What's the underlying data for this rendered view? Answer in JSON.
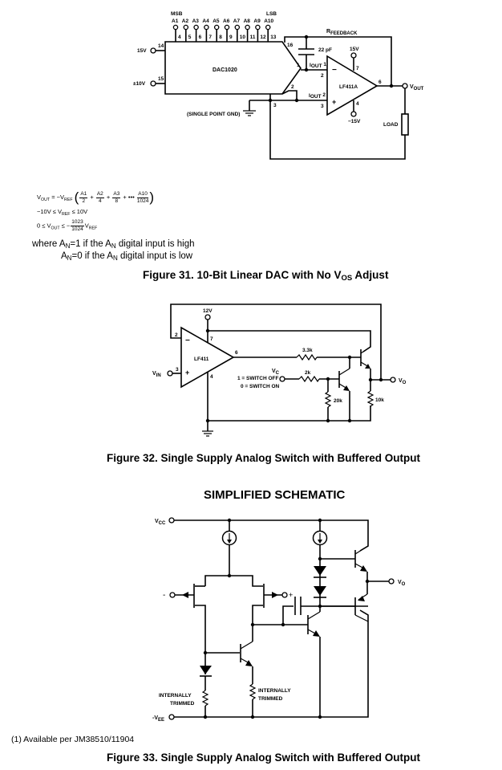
{
  "figure31": {
    "pins_header": {
      "msb": "MSB",
      "lsb": "LSB"
    },
    "inputs": [
      "A1",
      "A2",
      "A3",
      "A4",
      "A5",
      "A6",
      "A7",
      "A8",
      "A9",
      "A10"
    ],
    "input_pins": [
      "4",
      "5",
      "6",
      "7",
      "8",
      "9",
      "10",
      "11",
      "12",
      "13"
    ],
    "dac_label": "DAC1020",
    "supply_15v": "15V",
    "pin14": "14",
    "vref": "±10V",
    "pin15": "15",
    "pin16": "16",
    "pin1": "1",
    "pin2": "2",
    "pin3": "3",
    "gnd_label": "(SINGLE POINT GND)",
    "cap_label": "22 pF",
    "rfeedback": "R",
    "rfeedback_sub": "FEEDBACK",
    "iout1": "I",
    "iout1_sub": "OUT",
    "iout1_n": "1",
    "iout2_n": "2",
    "opamp_label": "LF411A",
    "op_pin2": "2",
    "op_pin3": "3",
    "op_pin6": "6",
    "op_pin7": "7",
    "op_pin4": "4",
    "vplus": "15V",
    "vminus": "−15V",
    "vout": "V",
    "vout_sub": "OUT",
    "load": "LOAD",
    "equations": {
      "line1_lhs": "V",
      "line1_lhs_sub": "OUT",
      "line1_eq": " = −V",
      "line1_ref_sub": "REF",
      "terms": [
        {
          "num": "A1",
          "den": "2"
        },
        {
          "num": "A2",
          "den": "4"
        },
        {
          "num": "A3",
          "den": "8"
        },
        {
          "num": "A10",
          "den": "1024"
        }
      ],
      "plus": "+",
      "ellipsis": "+ ••• ",
      "line2": "−10V ≤ V",
      "line2_sub": "REF",
      "line2_end": " ≤ 10V",
      "line3_start": "0 ≤ V",
      "line3_sub": "OUT",
      "line3_mid": " ≤ −",
      "line3_num": "1023",
      "line3_den": "1024",
      "line3_end": "V",
      "line3_end_sub": "REF"
    },
    "where": {
      "line1_a": "where A",
      "line1_sub": "N",
      "line1_b": "=1 if the A",
      "line1_sub2": "N",
      "line1_c": " digital input is high",
      "line2_a": "A",
      "line2_sub": "N",
      "line2_b": "=0 if the A",
      "line2_sub2": "N",
      "line2_c": " digital input is low"
    },
    "caption_a": "Figure 31.  10-Bit Linear DAC with No V",
    "caption_sub": "OS",
    "caption_b": " Adjust"
  },
  "figure32": {
    "supply": "12V",
    "opamp_label": "LF411",
    "pin2": "2",
    "pin3": "3",
    "pin4": "4",
    "pin6": "6",
    "pin7": "7",
    "vin": "V",
    "vin_sub": "IN",
    "vc": "V",
    "vc_sub": "C",
    "switch_off": "1 = SWITCH OFF",
    "switch_on": "0 = SWITCH ON",
    "r1": "3.3k",
    "r2": "2k",
    "r3": "20k",
    "r4": "10k",
    "vo": "V",
    "vo_sub": "O",
    "caption": "Figure 32.  Single Supply Analog Switch with Buffered Output"
  },
  "figure33": {
    "heading": "SIMPLIFIED SCHEMATIC",
    "vcc": "V",
    "vcc_sub": "CC",
    "vee": "-V",
    "vee_sub": "EE",
    "minus_in": "-",
    "plus_in": "+",
    "vo": "V",
    "vo_sub": "O",
    "trim1_a": "INTERNALLY",
    "trim1_b": "TRIMMED",
    "trim2_a": "INTERNALLY",
    "trim2_b": "TRIMMED",
    "footnote": "(1)   Available per JM38510/11904",
    "caption": "Figure 33.  Single Supply Analog Switch with Buffered Output"
  }
}
